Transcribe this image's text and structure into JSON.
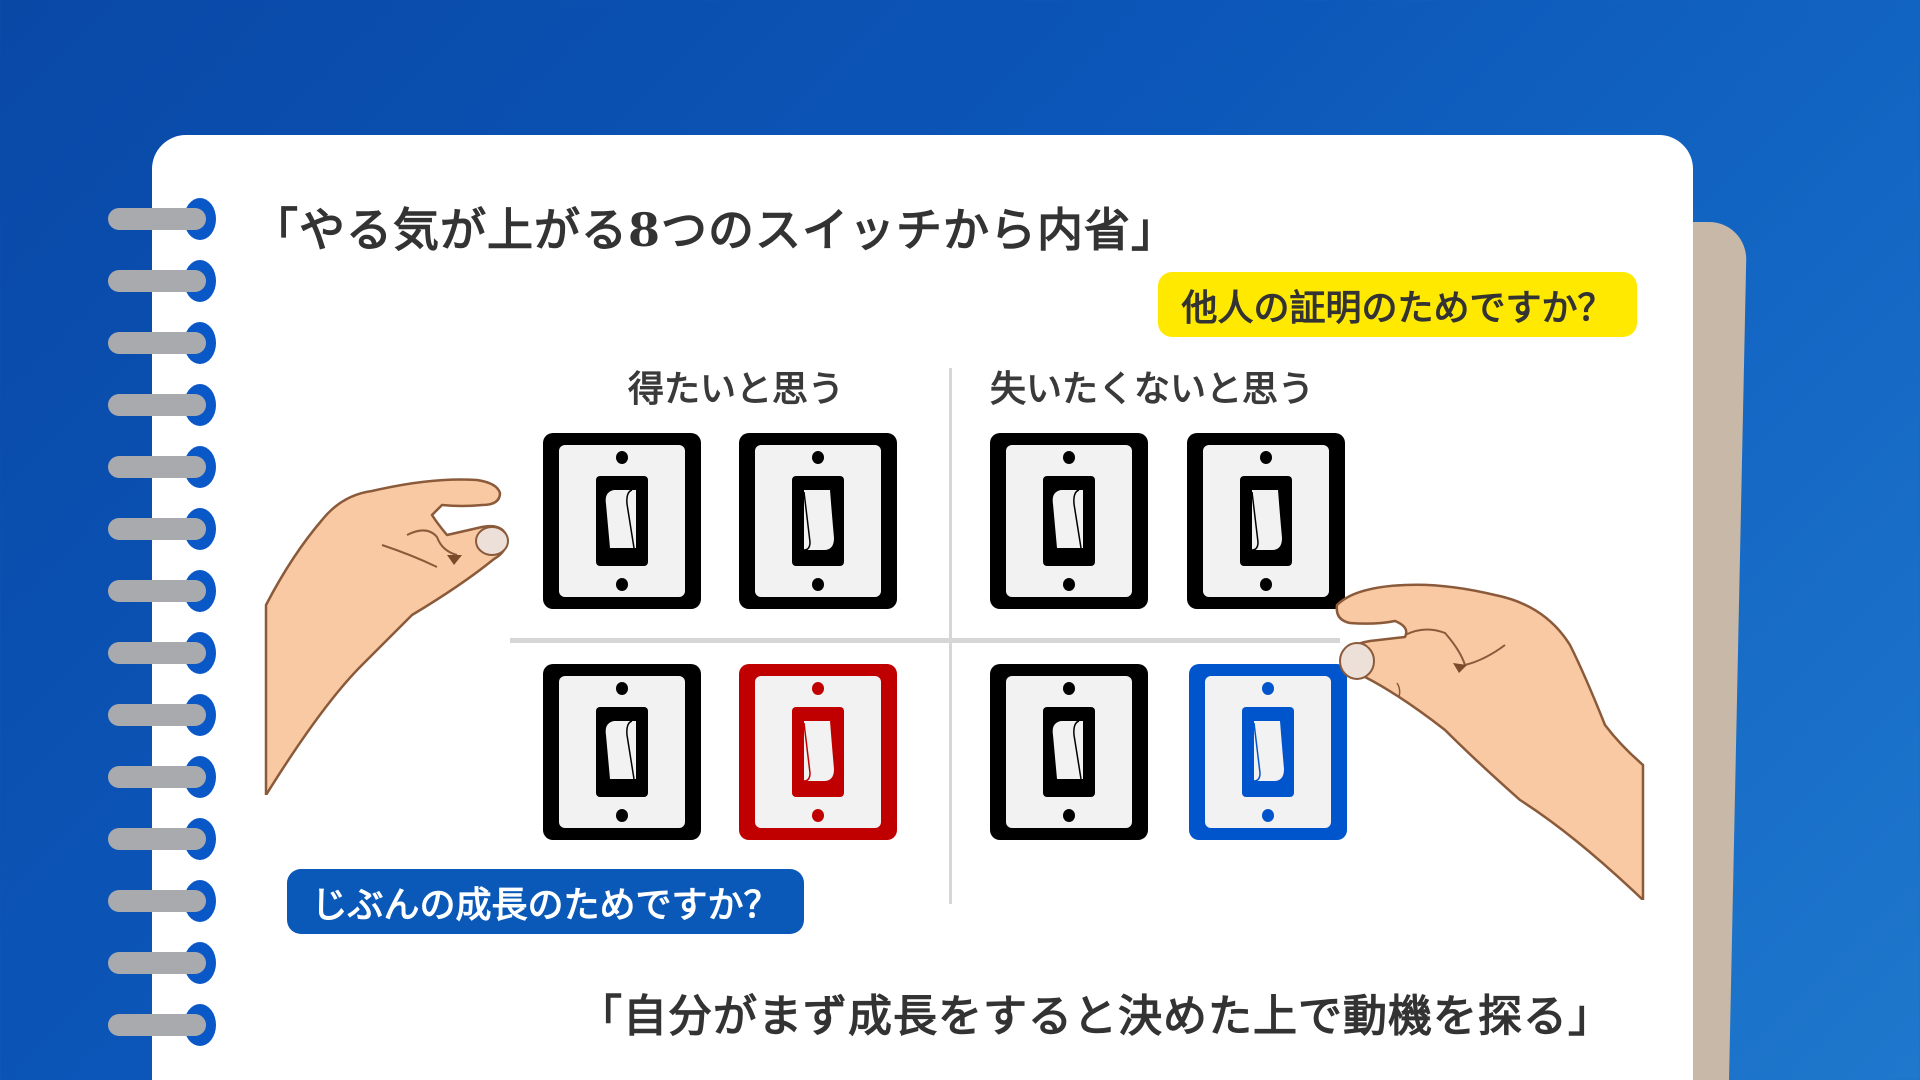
{
  "background": {
    "color_top": "#0a48a6",
    "color_bottom": "#1f78cc"
  },
  "notebook": {
    "ring_count": 14,
    "ring_color": "#0a57c7",
    "bar_color": "#a9aaae",
    "back_page_color": "#c7b8a8"
  },
  "title": "「やる気が上がる8つのスイッチから内省」",
  "badges": {
    "others_proof": {
      "text": "他人の証明のためですか？",
      "bg": "#ffe900"
    },
    "own_growth": {
      "text": "じぶんの成長のためですか？",
      "bg": "#0a58b8"
    }
  },
  "sections": {
    "gain": {
      "label": "得たいと思う"
    },
    "lose": {
      "label": "失いたくないと思う"
    }
  },
  "switches": [
    {
      "id": "gain-top-1",
      "color": "#000000",
      "state": "down",
      "section": "gain",
      "row": "top"
    },
    {
      "id": "gain-top-2",
      "color": "#000000",
      "state": "up",
      "section": "gain",
      "row": "top"
    },
    {
      "id": "lose-top-1",
      "color": "#000000",
      "state": "down",
      "section": "lose",
      "row": "top"
    },
    {
      "id": "lose-top-2",
      "color": "#000000",
      "state": "up",
      "section": "lose",
      "row": "top"
    },
    {
      "id": "gain-bottom-1",
      "color": "#000000",
      "state": "down",
      "section": "gain",
      "row": "bottom"
    },
    {
      "id": "gain-bottom-2",
      "color": "#c00000",
      "state": "up",
      "section": "gain",
      "row": "bottom"
    },
    {
      "id": "lose-bottom-1",
      "color": "#000000",
      "state": "down",
      "section": "lose",
      "row": "bottom"
    },
    {
      "id": "lose-bottom-2",
      "color": "#0055cc",
      "state": "up",
      "section": "lose",
      "row": "bottom"
    }
  ],
  "conclusion": "「自分がまず成長をすると決めた上で動機を探る」",
  "icons": {
    "left_hand": "hand-pinching-icon",
    "right_hand": "hand-pinching-icon",
    "switch": "light-switch-icon"
  }
}
